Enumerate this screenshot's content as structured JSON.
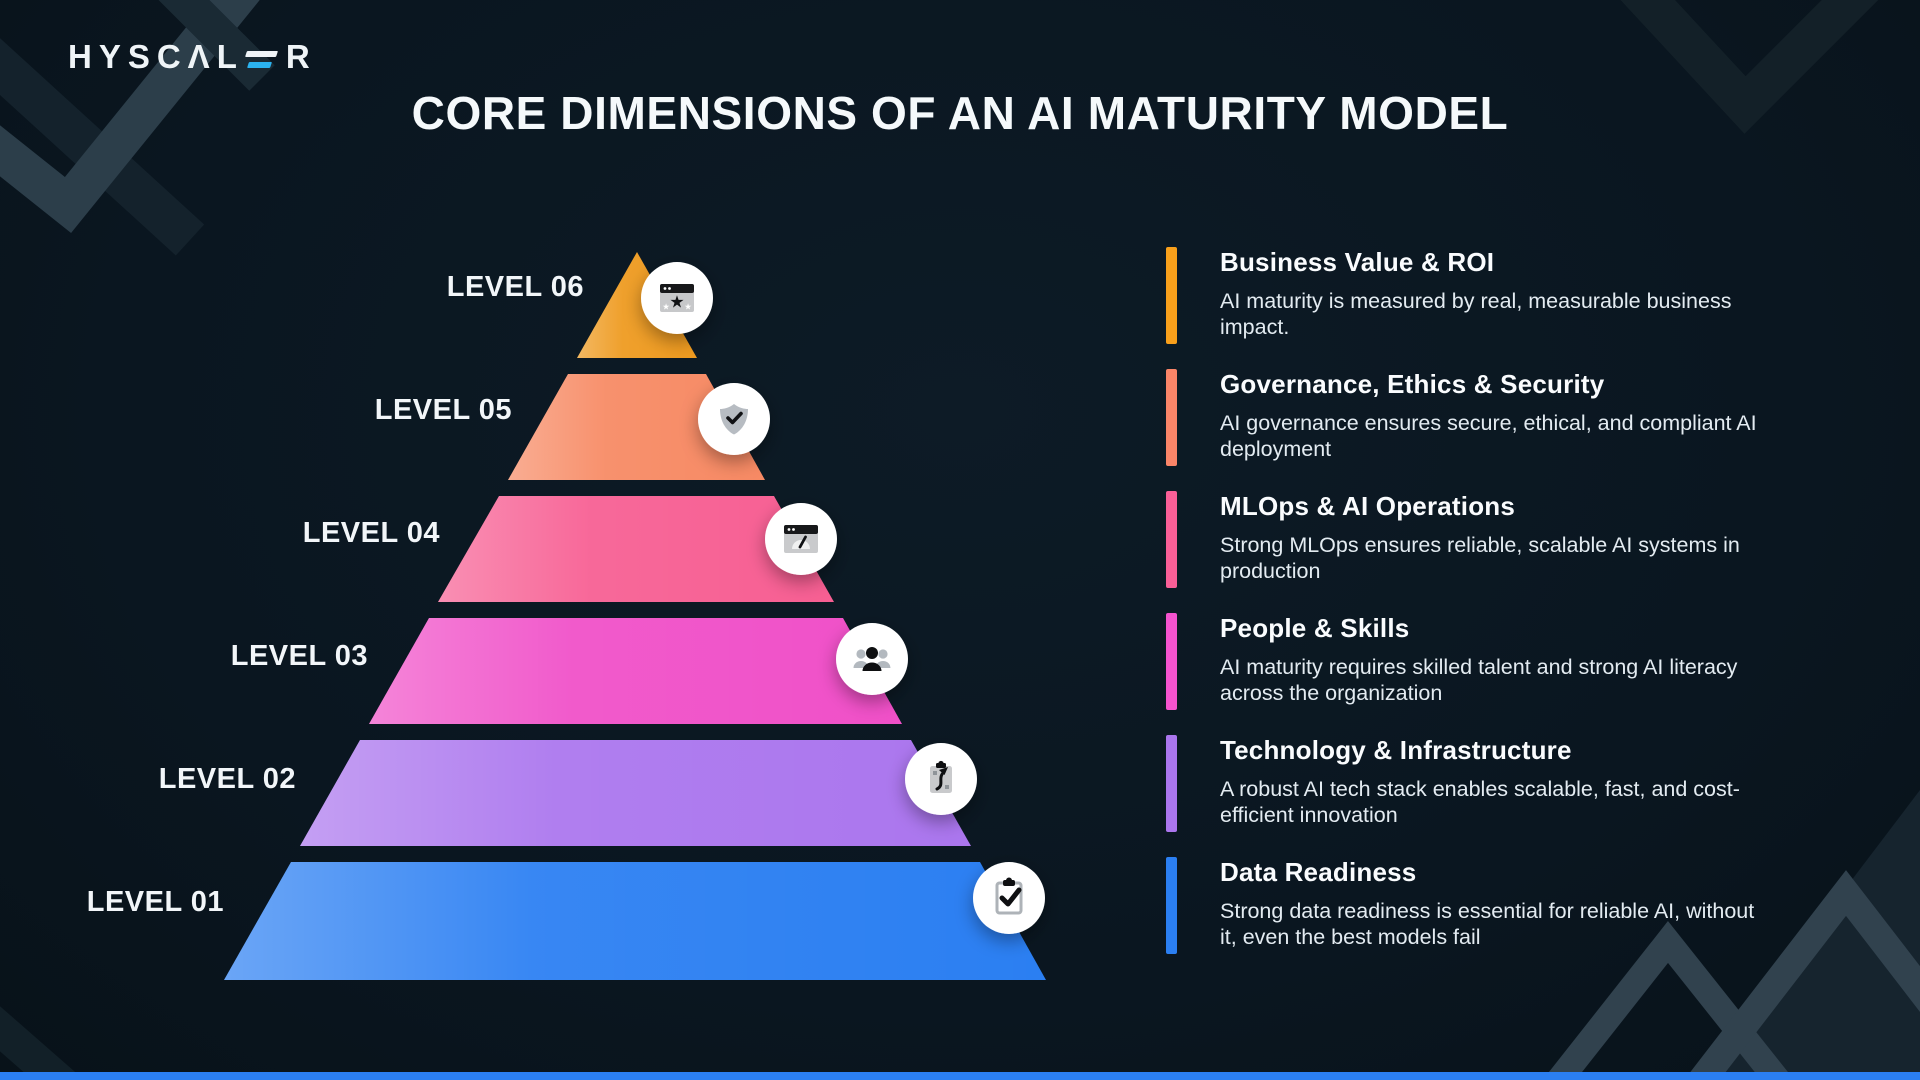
{
  "logo": {
    "text_main": "HYSCΛL",
    "text_suffix": "R",
    "accent": "#2bb3f0"
  },
  "title": "CORE DIMENSIONS OF AN AI MATURITY MODEL",
  "colors": {
    "background": "#0B1822",
    "accent_blue": "#2B7FF2"
  },
  "pyramid": {
    "levels": [
      {
        "label": "LEVEL 06",
        "color": "#EE9A1F",
        "icon": "browser-star"
      },
      {
        "label": "LEVEL 05",
        "color": "#F78A64",
        "icon": "shield-check"
      },
      {
        "label": "LEVEL 04",
        "color": "#F75F93",
        "icon": "browser-gauge"
      },
      {
        "label": "LEVEL 03",
        "color": "#F050C8",
        "icon": "people-group"
      },
      {
        "label": "LEVEL 02",
        "color": "#AB76EE",
        "icon": "clipboard-strategy"
      },
      {
        "label": "LEVEL 01",
        "color": "#2B7FF2",
        "icon": "clipboard-check"
      }
    ],
    "icon_stars": {
      "center": "★",
      "left": "★",
      "right": "★"
    }
  },
  "panel": {
    "items": [
      {
        "title": "Business Value & ROI",
        "description": "AI maturity is measured by real, measurable business\nimpact.",
        "color": "#F9A01B"
      },
      {
        "title": "Governance, Ethics & Security",
        "description": "AI governance ensures secure, ethical, and compliant AI\ndeployment",
        "color": "#FA8568"
      },
      {
        "title": "MLOps & AI Operations",
        "description": "Strong MLOps ensures reliable, scalable AI systems in\nproduction",
        "color": "#FA5F97"
      },
      {
        "title": "People & Skills",
        "description": "AI maturity requires skilled talent and strong AI literacy\nacross the organization",
        "color": "#F553CE"
      },
      {
        "title": "Technology & Infrastructure",
        "description": "A robust AI tech stack enables scalable, fast, and cost-\nefficient innovation",
        "color": "#AB76EE"
      },
      {
        "title": "Data Readiness",
        "description": "Strong data readiness is essential for reliable AI, without\nit, even the best models fail",
        "color": "#2B7FF2"
      }
    ]
  }
}
